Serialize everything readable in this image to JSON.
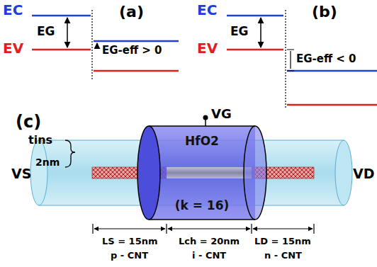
{
  "diagram": {
    "nodes": [
      {
        "text": [
          "HfO2",
          "(k = 16)"
        ]
      }
    ],
    "labels": [
      "EC",
      "EV",
      "EG",
      "(a)",
      "EG-eff > 0",
      "EC",
      "EV",
      "EG",
      "(b)",
      "EG-eff < 0",
      "(c)",
      "tins",
      "2nm",
      "VS",
      "VG",
      "VD",
      "LS = 15nm",
      "Lch = 20nm",
      "LD = 15nm",
      "p - CNT",
      "i - CNT",
      "n - CNT"
    ]
  }
}
